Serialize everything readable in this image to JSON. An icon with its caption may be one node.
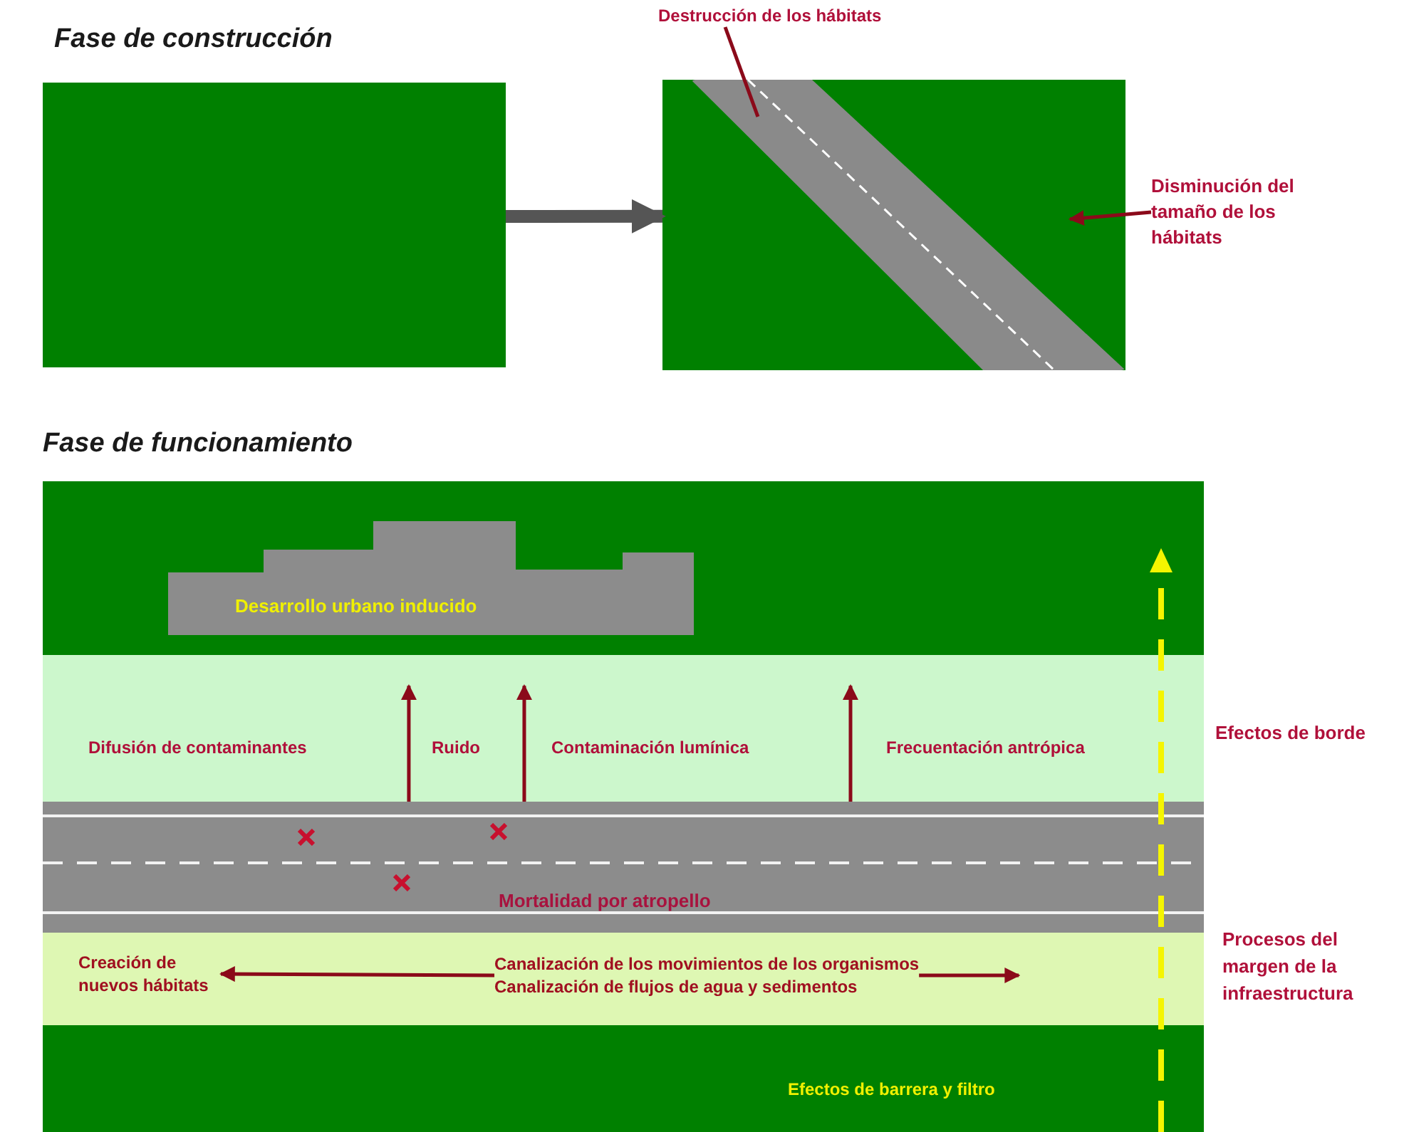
{
  "diagram": {
    "nodes": [
      {
        "text": [],
        "shape": "box"
      },
      {
        "text": [],
        "shape": "box"
      },
      {
        "text": [
          "Destrucción de los hábitats"
        ]
      },
      {
        "text": [],
        "shape": "bar",
        "in": 1
      },
      {
        "text": [
          "Disminución del tamaño de los hábitats"
        ]
      },
      {
        "text": [],
        "shape": "box"
      },
      {
        "text": [
          "Desarrollo urbano inducido"
        ],
        "in": 5
      },
      {
        "text": [
          "Difusión de contaminantes",
          "Ruido",
          "Contaminación lumínica",
          "Frecuentación antrópica"
        ],
        "beside": [
          "Efectos de borde"
        ]
      },
      {
        "text": [
          "Mortalidad por atropello"
        ]
      },
      {
        "text": [],
        "shape": "box",
        "beside": [
          "Procesos del margen de la infraestructura"
        ]
      },
      {
        "text": [
          "Creación de nuevos hábitats"
        ],
        "in": 9
      },
      {
        "text": [
          "Canalización de los movimientos de los organismos",
          "Canalización de flujos de agua y sedimentos"
        ],
        "in": 9
      },
      {
        "text": [
          "Efectos de barrera y filtro"
        ]
      }
    ],
    "edges": [
      {
        "from": 0,
        "to": 1,
        "arrow": "to",
        "style": "thick",
        "color": "#555555"
      },
      {
        "from": 2,
        "to": 3,
        "arrow": "none"
      },
      {
        "from": 4,
        "to": 1,
        "arrow": "to"
      },
      {
        "from": 11,
        "to": 10,
        "arrow": "to"
      },
      {
        "from": 11,
        "to": null,
        "arrow": "to"
      },
      {
        "from": 8,
        "to": 7,
        "arrow": "to"
      },
      {
        "from": 8,
        "to": 7,
        "arrow": "to"
      },
      {
        "from": 8,
        "to": 7,
        "arrow": "to"
      }
    ],
    "labels": [
      "Fase de construcción",
      "Fase de funcionamiento"
    ]
  }
}
